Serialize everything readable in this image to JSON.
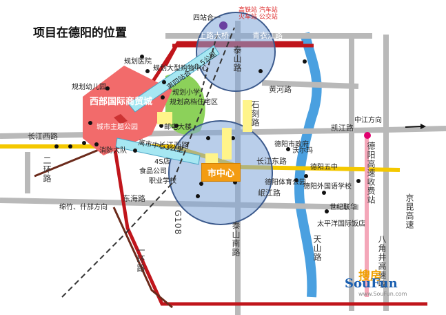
{
  "title": "项目在德阳的位置",
  "center_label": "市中心",
  "labels": {
    "shanglu_bridge": "上路大桥",
    "qingyi_road": "青衣江路",
    "huanghe_road": "黄河路",
    "taishan_road": "泰山路",
    "kaijiang_road": "凯江路",
    "zhongjiang_direction": "中江方向",
    "changjiang_west": "长江西路",
    "changjiang_mid": "长江西路",
    "changjiang_east": "长江东路",
    "minjiang_road": "岷江路",
    "donghai_road": "东海路",
    "g108": "G108",
    "mianzhu_direction": "绵竹、什邡方向",
    "second_ring": "二环路",
    "first_ring": "一环路",
    "taishan_south": "泰山南路",
    "tianshan_road": "天山路",
    "jingkun_highway": "京昆高速",
    "toll_station": "德阳高速收费站",
    "bajiaojing": "八角井高速收",
    "shizhao_road": "石刻路",
    "west_district": "西部国际商贸城",
    "city_park": "城市主题公园",
    "distance_station": "离四站合一2.5公里",
    "distance_center": "离市中心3公里",
    "four_in_one": "四站合一",
    "station_types": "高铁站 汽车站 火车站 公交站",
    "hospital": "规划医院",
    "large_mall": "规划大型购物中心",
    "kindergarten": "规划幼儿园",
    "residential": "规划高档住宅区",
    "primary_school": "规划小学",
    "post_office": "邮电大楼",
    "city_government": "德阳市政府",
    "walmart": "沃尔玛",
    "deyang_no5": "德阳五中",
    "sports_park": "德阳体育公园",
    "foreign_school": "德阳外国语学校",
    "lianhua": "世纪联华",
    "pacific_mall": "太平洋国际饭店",
    "food_company": "食品公司",
    "vocational": "职业学校",
    "power": "消防大队",
    "four_s": "4S店"
  },
  "logo": {
    "chinese": "搜房",
    "english": "SouFun",
    "url": "www.SouFun.com"
  }
}
